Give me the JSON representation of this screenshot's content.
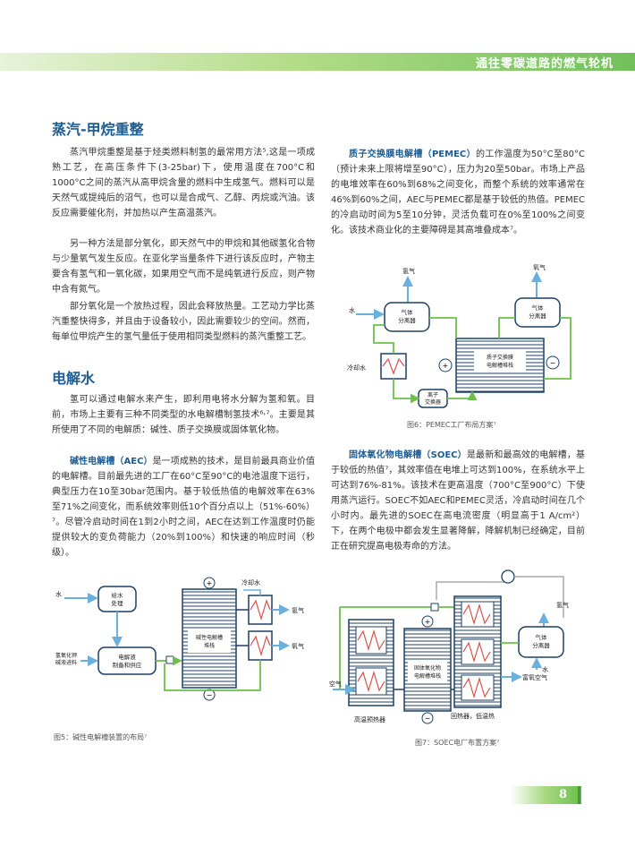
{
  "header": {
    "title": "通往零碳道路的燃气轮机"
  },
  "left": {
    "section1_title": "蒸汽-甲烷重整",
    "p1": "蒸汽甲烷重整是基于烃类燃料制氢的最常用方法⁵,这是一项成熟工艺，在高压条件下(3-25bar)下，使用温度在700°C和1000°C之间的蒸汽从高甲烷含量的燃料中生成氢气。燃料可以是天然气或提纯后的沼气，也可以是合成气、乙醇、丙烷或汽油。该反应需要催化剂，并加热以产生高温蒸汽。",
    "p2": "另一种方法是部分氧化，即天然气中的甲烷和其他碳氢化合物与少量氧气发生反应。在亚化学当量条件下进行该反应时，产物主要含有氢气和一氧化碳，如果用空气而不是纯氧进行反应，则产物中含有氮气。",
    "p3": "部分氧化是一个放热过程，因此会释放热量。工艺动力学比蒸汽重整快得多，并且由于设备较小，因此需要较少的空间。然而，每单位甲烷产生的氢气量低于使用相同类型燃料的蒸汽重整工艺。",
    "section2_title": "电解水",
    "p4": "氢可以通过电解水来产生，即利用电将水分解为氢和氧。目前，市场上主要有三种不同类型的水电解槽制氢技术⁶˒⁷。主要是其所使用了不同的电解质：碱性、质子交换膜或固体氧化物。",
    "p5_term": "碱性电解槽（AEC）",
    "p5": "是一项成熟的技术，是目前最具商业价值的电解槽。目前最先进的工厂在60°C至90°C的电池温度下运行，典型压力在10至30bar范围内。基于较低热值的电解效率在63%至71%之间变化，而系统效率则低10个百分点以上（51%-60%）⁷。尽管冷启动时间在1到2小时之间，AEC在达到工作温度时仍能提供较大的变负荷能力（20%到100%）和快速的响应时间（秒级）。"
  },
  "right": {
    "p6_term": "质子交换膜电解槽（PEMEC）",
    "p6": "的工作温度为50°C至80°C（预计未来上限将增至90°C），压力为20至50bar。市场上产品的电堆效率在60%到68%之间变化，而整个系统的效率通常在46%到60%之间，AEC与PEMEC都是基于较低的热值。PEMEC的冷启动时间为5至10分钟，灵活负载可在0%至100%之间变化。该技术商业化的主要障碍是其高堆叠成本⁷。",
    "p7_term": "固体氧化物电解槽（SOEC）",
    "p7": "是最新和最高效的电解槽，基于较低的热值⁷，其效率值在电堆上可达到100%，在系统水平上可达到76%-81%。该技术在更高温度（700°C至900°C）下使用蒸汽运行。SOEC不如AEC和PEMEC灵活，冷启动时间在几个小时内。最先进的SOEC在高电流密度（明显高于1 A/cm²）下，在两个电极中都会发生显著降解，降解机制已经确定，目前正在研究提高电极寿命的方法。"
  },
  "fig5": {
    "caption": "图5：碱性电解槽装置的布局⁷",
    "water": "水",
    "feed_treatment": "给水\n处理",
    "koh_in": "氢氧化钾\n碱液进料",
    "electrolyte_prep": "电解液\n制备和供应",
    "stack": "碱性电解槽\n堆栈",
    "cooling_water": "冷却水",
    "hydrogen": "氢气",
    "oxygen": "氧气",
    "plus": "+",
    "minus": "−"
  },
  "fig6": {
    "caption": "图6：PEMEC工厂布局方案⁷",
    "hydrogen": "氢气",
    "oxygen": "氧气",
    "water": "水",
    "gas_sep1": "气体\n分离器",
    "gas_sep2": "气体\n分离器",
    "cooling_water": "冷却水",
    "stack": "质子交换膜\n电解槽堆栈",
    "ion_exchange": "离子\n交换器",
    "plus": "+",
    "minus": "−"
  },
  "fig7": {
    "caption": "图7：SOEC电厂布置方案⁷",
    "hydrogen": "氢气",
    "gas_sep": "气体\n分离器",
    "water": "水",
    "air": "空气",
    "enriched_air": "富氧空气",
    "stack": "固体氧化物\n电解槽堆栈",
    "preheater": "高温预热器",
    "heat_recovery": "回热器，低温热",
    "plus": "+",
    "minus": "−"
  },
  "footer": {
    "page": "8"
  }
}
